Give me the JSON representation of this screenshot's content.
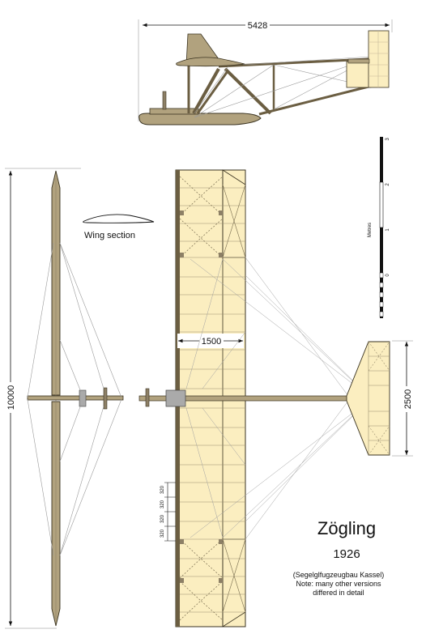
{
  "dimensions": {
    "fuselage_length": "5428",
    "wingspan": "10000",
    "wing_chord": "1500",
    "tail_span": "2500",
    "rib_spacing": [
      "320",
      "320",
      "320",
      "320"
    ]
  },
  "labels": {
    "wing_section": "Wing section",
    "scale_unit": "Metres",
    "scale_ticks": [
      "3",
      "2",
      "1",
      "0"
    ]
  },
  "title": {
    "name": "Zögling",
    "year": "1926",
    "maker": "(Segelglfugzeugbau Kassel)",
    "note_line1": "Note: many other versions",
    "note_line2": "differed in detail"
  },
  "colors": {
    "wing_fabric": "#fbeec0",
    "wood": "#b1a27e",
    "wood_dark": "#6b5e42",
    "line": "#222222",
    "wire": "#9a9a9a"
  }
}
